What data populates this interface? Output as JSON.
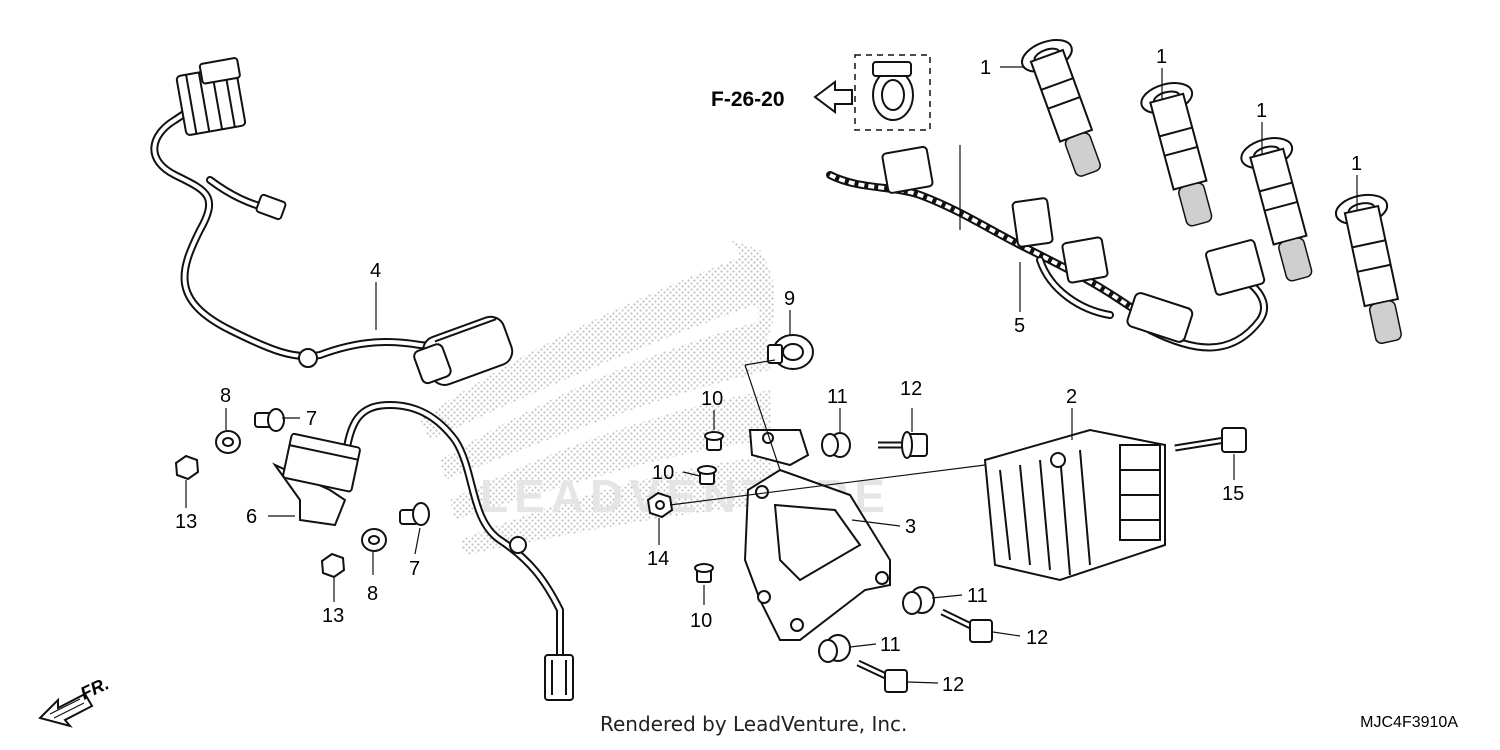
{
  "callouts": [
    {
      "id": "c1a",
      "label": "1"
    },
    {
      "id": "c1b",
      "label": "1"
    },
    {
      "id": "c1c",
      "label": "1"
    },
    {
      "id": "c1d",
      "label": "1"
    },
    {
      "id": "c2",
      "label": "2"
    },
    {
      "id": "c3",
      "label": "3"
    },
    {
      "id": "c4",
      "label": "4"
    },
    {
      "id": "c5",
      "label": "5"
    },
    {
      "id": "c6",
      "label": "6"
    },
    {
      "id": "c7a",
      "label": "7"
    },
    {
      "id": "c7b",
      "label": "7"
    },
    {
      "id": "c8a",
      "label": "8"
    },
    {
      "id": "c8b",
      "label": "8"
    },
    {
      "id": "c9",
      "label": "9"
    },
    {
      "id": "c10a",
      "label": "10"
    },
    {
      "id": "c10b",
      "label": "10"
    },
    {
      "id": "c10c",
      "label": "10"
    },
    {
      "id": "c11a",
      "label": "11"
    },
    {
      "id": "c11b",
      "label": "11"
    },
    {
      "id": "c11c",
      "label": "11"
    },
    {
      "id": "c12a",
      "label": "12"
    },
    {
      "id": "c12b",
      "label": "12"
    },
    {
      "id": "c12c",
      "label": "12"
    },
    {
      "id": "c13a",
      "label": "13"
    },
    {
      "id": "c13b",
      "label": "13"
    },
    {
      "id": "c14",
      "label": "14"
    },
    {
      "id": "c15",
      "label": "15"
    }
  ],
  "reference": {
    "label": "F-26-20"
  },
  "direction": {
    "label": "FR."
  },
  "watermark": {
    "text": "LEADVENTURE"
  },
  "footer": {
    "credit": "Rendered by LeadVenture, Inc.",
    "code": "MJC4F3910A"
  }
}
